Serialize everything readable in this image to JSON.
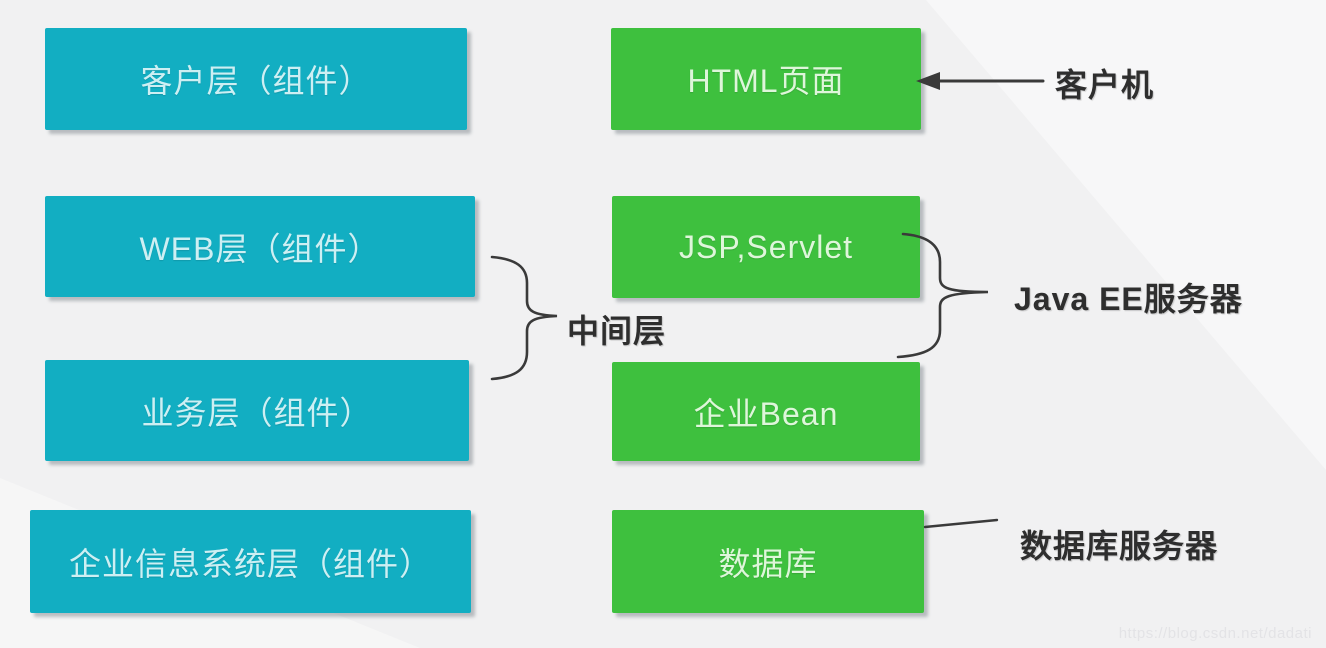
{
  "colors": {
    "teal": "#12aec2",
    "green": "#3ec03e",
    "teal_text": "#cdeff3",
    "green_text": "#def6da",
    "annotation": "#2e2e2e"
  },
  "left_column": {
    "boxes": [
      {
        "label": "客户层（组件）"
      },
      {
        "label": "WEB层（组件）"
      },
      {
        "label": "业务层（组件）"
      },
      {
        "label": "企业信息系统层（组件）"
      }
    ]
  },
  "right_column": {
    "boxes": [
      {
        "label": "HTML页面"
      },
      {
        "label": "JSP,Servlet"
      },
      {
        "label": "企业Bean"
      },
      {
        "label": "数据库"
      }
    ]
  },
  "annotations": {
    "client_label": "客户机",
    "middle_tier_label": "中间层",
    "javaee_server_label": "Java EE服务器",
    "database_server_label": "数据库服务器"
  },
  "watermark": {
    "text": "https://blog.csdn.net/dadati"
  }
}
